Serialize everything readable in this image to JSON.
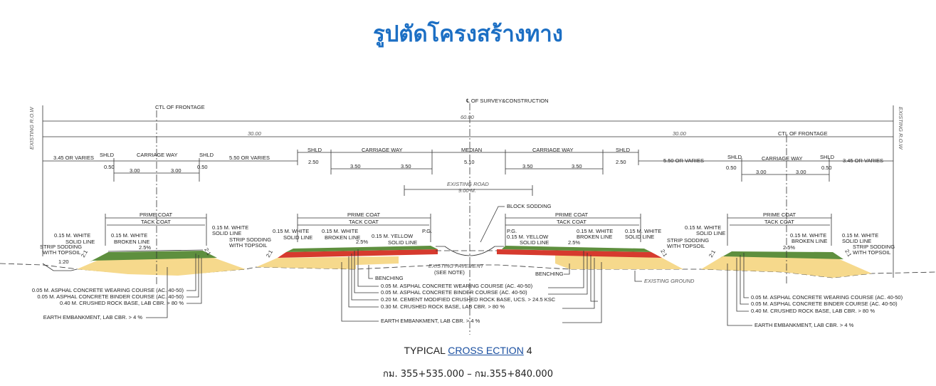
{
  "title": "รูปตัดโครงสร้างทาง",
  "caption": {
    "prefix": "TYPICAL ",
    "link": "CROSS  ECTION",
    "suffix": " 4"
  },
  "km_range": "กม. 355+535.000 – กม.355+840.000",
  "drawing": {
    "existing_row": "EXISTING R.O.W",
    "ctl_frontage": "CTL OF FRONTAGE",
    "centerline": "℄ OF SURVEY&CONSTRUCTION",
    "total_width": "60.00",
    "half_width": "30.00",
    "outer_varies": "3.45 OR VARIES",
    "inner_varies": "5.50 OR VARIES",
    "shld": "SHLD",
    "shld_small": "0.50",
    "shld_large": "2.50",
    "carriage_way": "CARRIAGE WAY",
    "lane_frontage": "3.00",
    "lane_main": "3.50",
    "median": "MEDIAN",
    "median_width": "5.10",
    "existing_road": "EXISTING ROAD",
    "existing_road_width": "9.00 M.",
    "prime_coat": "PRIME COAT",
    "tack_coat": "TACK COAT",
    "white": "0.15 M. WHITE",
    "yellow": "0.15 M. YELLOW",
    "solid_line": "SOLID LINE",
    "broken_line": "BROKEN LINE",
    "slope_pct": "2.5%",
    "strip_sodding": "STRIP SODDING",
    "with_topsoil": "WITH TOPSOIL",
    "side_slope": "2:1",
    "ditch_slope": "1:20",
    "pg": "P.G.",
    "block_sodding": "BLOCK SODDING",
    "existing_pavement": "EXISTING PAVEMENT",
    "see_note": "(SEE NOTE)",
    "benching": "BENCHING",
    "existing_ground": "EXISTING GROUND",
    "wearing": "0.05 M. ASPHAL CONCRETE WEARING COURSE (AC. 40-50)",
    "binder": "0.05 M. ASPHAL CONCRETE BINDER COURSE  (AC. 40-50)",
    "cement_base": "0.20 M. CEMENT MODIFIED  CRUSHED ROCK BASE, UCS.  > 24.5 KSC",
    "crushed_030": "0.30 M. CRUSHED ROCK BASE, LAB CBR. > 80 %",
    "crushed_040": "0.40 M. CRUSHED ROCK BASE, LAB CBR. > 80 %",
    "earth": "EARTH EMBANKMENT,  LAB CBR. > 4 %"
  },
  "colors": {
    "title": "#1c6fc4",
    "asphalt": "#5e8f3e",
    "base": "#d63a2e",
    "embankment": "#f6d98c"
  }
}
